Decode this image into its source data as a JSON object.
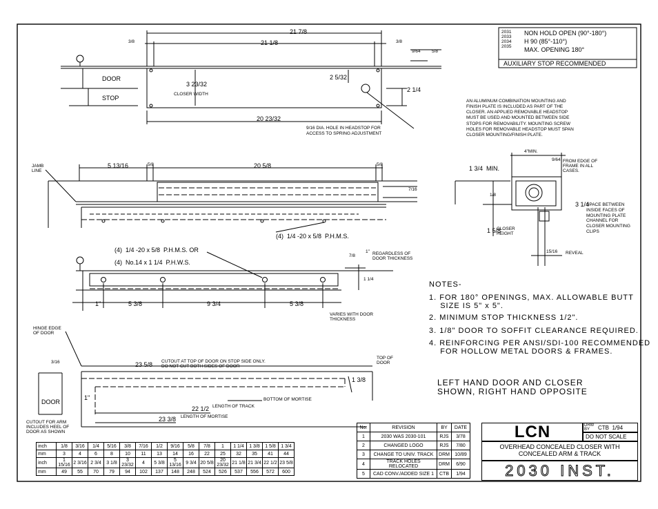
{
  "top_box": {
    "model_nums": "2031\n2033\n2034\n2035",
    "line1": "NON HOLD OPEN (90°-180°)",
    "line2": "H 90 (85°-110°)",
    "line3": "MAX. OPENING 180°",
    "aux": "AUXILIARY STOP RECOMMENDED"
  },
  "top_view": {
    "dim_total": "21 7/8",
    "dim_inner": "21 1/8",
    "dim_left": "3/8",
    "dim_right": "3/8",
    "dim_9_64": "9/64",
    "dim_5_8": "5/8",
    "door": "DOOR",
    "stop": "STOP",
    "closer_width_val": "3 23/32",
    "closer_width": "CLOSER WIDTH",
    "dim_2_5_32": "2 5/32",
    "dim_2_1_4": "2 1/4",
    "dim_bottom": "20 23/32",
    "hole_note": "9/16 DIA. HOLE IN HEADSTOP FOR\nACCESS TO SPRING ADJUSTMENT"
  },
  "aluminum_note": "AN ALUMINUM COMBINATION MOUNTING AND\nFINISH PLATE IS INCLUDED AS PART OF THE\nCLOSER. AN APPLIED REMOVABLE HEADSTOP\nMUST BE USED AND MOUNTED BETWEEN SIDE\nSTOPS FOR REMOVABILITY. MOUNTING SCREW\nHOLES FOR REMOVABLE HEADSTOP MUST SPAN\nCLOSER MOUNTING/FINISH PLATE.",
  "side_view": {
    "jamb_line": "JAMB\nLINE",
    "dim_5_13_16": "5 13/16",
    "dim_5_8_a": "5/8",
    "dim_20_5_8": "20 5/8",
    "dim_5_8_b": "5/8",
    "dim_7_16": "7/16",
    "screws_a": "(4)  1/4 -20 x 5/8  P.H.M.S. OR",
    "screws_b": "(4)  No.14 x 1 1/4  P.H.W.S.",
    "screws_c": "(4)  1/4 -20 x 5/8  P.H.M.S."
  },
  "section": {
    "dim_4_min": "4\"MIN.",
    "dim_9_64": "9/64",
    "from_edge": "FROM EDGE OF\nFRAME IN ALL\nCASES.",
    "dim_1_3_4": "1 3/4  MIN.",
    "dim_1_8": "1/8",
    "dim_1_5_8": "1 5/8",
    "closer_height": "CLOSER\nHEIGHT",
    "space_val": "3 1/4",
    "space_note": "SPACE BETWEEN\nINSIDE FACES OF\nMOUNTING PLATE\nCHANNEL FOR\nCLOSER MOUNTING\nCLIPS",
    "dim_15_16": "15/16",
    "reveal": "REVEAL"
  },
  "door_view": {
    "dim_1": "1\"",
    "dim_5_3_8_a": "5 3/8",
    "dim_9_3_4": "9 3/4",
    "dim_5_3_8_b": "5 3/8",
    "dim_7_8": "7/8",
    "dim_1_top": "1\"",
    "regardless": "REGARDLESS OF\nDOOR THICKNESS",
    "dim_1_1_4": "1 1/4",
    "varies": "VARIES WITH DOOR\nTHICKNESS"
  },
  "notes": {
    "title": "NOTES-",
    "n1": "1. FOR 180° OPENINGS, MAX. ALLOWABLE BUTT\n    SIZE IS 5\" x 5\".",
    "n2": "2. MINIMUM STOP THICKNESS 1/2\".",
    "n3": "3. 1/8\" DOOR TO SOFFIT CLEARANCE REQUIRED.",
    "n4": "4. REINFORCING PER ANSI/SDI-100 RECOMMENDED\n    FOR HOLLOW METAL DOORS & FRAMES."
  },
  "hand_note": "LEFT HAND DOOR AND CLOSER\nSHOWN, RIGHT HAND OPPOSITE",
  "mortise_view": {
    "hinge_edge": "HINGE EDGE\nOF DOOR",
    "dim_3_16": "3/16",
    "door": "DOOR",
    "cutout_note": "CUTOUT FOR ARM\nINCLUDES HEEL OF\nDOOR AS SHOWN",
    "dim_23_5_8": "23 5/8",
    "cutout_text": "CUTOUT AT TOP OF DOOR ON STOP SIDE ONLY.\nDO NOT CUT BOTH SIDES OF DOOR",
    "top_of_door": "TOP OF\nDOOR",
    "dim_1_3_8": "1 3/8",
    "dim_1": "1\"",
    "bottom_mortise": "BOTTOM OF MORTISE",
    "dim_22_1_2": "22 1/2",
    "length_track": "LENGTH OF TRACK",
    "dim_23_3_8": "23 3/8",
    "length_mortise": "LENGTH OF MORTISE"
  },
  "conversion_table": {
    "row1_label": "inch",
    "row1": [
      "1/8",
      "3/16",
      "1/4",
      "5/16",
      "3/8",
      "7/16",
      "1/2",
      "9/16",
      "5/8",
      "7/8",
      "1",
      "1 1/4",
      "1 3/8",
      "1 5/8",
      "1 3/4"
    ],
    "row2_label": "mm",
    "row2": [
      "3",
      "4",
      "6",
      "8",
      "10",
      "11",
      "13",
      "14",
      "16",
      "22",
      "25",
      "32",
      "35",
      "41",
      "44"
    ],
    "row3_label": "inch",
    "row3": [
      "1 15/16",
      "2 3/16",
      "2 3/4",
      "3 1/8",
      "3 23/32",
      "4",
      "5 3/8",
      "5 13/16",
      "9 3/4",
      "20 5/8",
      "20 23/32",
      "21 1/8",
      "21 3/4",
      "22 1/2",
      "23 5/8"
    ],
    "row4_label": "mm",
    "row4": [
      "49",
      "55",
      "70",
      "79",
      "94",
      "102",
      "137",
      "148",
      "248",
      "524",
      "526",
      "537",
      "556",
      "572",
      "600"
    ]
  },
  "revisions": {
    "headers": [
      "No.",
      "REVISION",
      "BY",
      "DATE"
    ],
    "rows": [
      [
        "1",
        "2030 WAS 2030-101",
        "RJS",
        "3/78"
      ],
      [
        "2",
        "CHANGED LOGO",
        "RJS",
        "7/80"
      ],
      [
        "3",
        "CHANGE TO UNIV. TRACK",
        "DRM",
        "10/89"
      ],
      [
        "4",
        "TRACK HOLES RELOCATED",
        "DRM",
        "6/90"
      ],
      [
        "5",
        "CAD CONV./ADDED SIZE 1",
        "CTB",
        "1/94"
      ]
    ]
  },
  "title_block": {
    "logo": "LCN",
    "drw": "DRW\nBY",
    "drawn_by": "CTB  1/94",
    "do_not_scale": "DO NOT SCALE",
    "description": "OVERHEAD CONCEALED CLOSER WITH\nCONCEALED ARM & TRACK",
    "drawing_no": "2030 INST."
  }
}
